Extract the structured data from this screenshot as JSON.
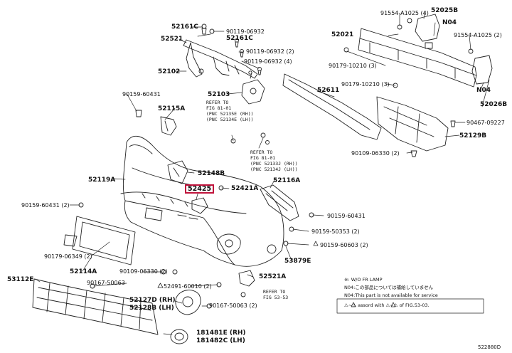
{
  "highlight_color": "#c0143c",
  "diagram_id": "522880D",
  "parts": {
    "p52161C_a": "52161C",
    "p90119_06932_a": "90119-06932",
    "p52161C_b": "52161C",
    "p52521": "52521",
    "p90119_06932_b": "90119-06932 (2)",
    "p90119_06932_c": "90119-06932 (4)",
    "p52102": "52102",
    "p52103": "52103",
    "p90159_60431_a": "90159-60431",
    "p52115A": "52115A",
    "p52119A": "52119A",
    "p52148B": "52148B",
    "p52425": "52425",
    "p52421A": "52421A",
    "p52116A": "52116A",
    "p90159_60431_b": "90159-60431 (2)",
    "p90179_06349": "90179-06349 (2)",
    "p52114A": "52114A",
    "p90109_06330_a": "90109-06330 (2)",
    "p53112E": "53112E",
    "p90167_50063_a": "90167-50063",
    "p52491_60010": "52491-60010 (2)",
    "p52127D": "52127D (RH)",
    "p52128B": "52128B (LH)",
    "p90167_50063_b": "90167-50063 (2)",
    "p181481E": "181481E (RH)",
    "p181482C": "181482C (LH)",
    "p52521A": "52521A",
    "p53879E": "53879E",
    "p90159_60431_c": "90159-60431",
    "p90159_50353": "90159-50353 (2)",
    "p90159_60603": "90159-60603 (2)",
    "p91554_A1025_a": "91554-A1025 (4)",
    "p52025B": "52025B",
    "pN04_a": "N04",
    "p91554_A1025_b": "91554-A1025 (2)",
    "p52021": "52021",
    "p90179_10210_a": "90179-10210 (3)",
    "p52611": "52611",
    "p90179_10210_b": "90179-10210 (3)",
    "p90467_09227": "90467-09227",
    "pN04_b": "N04",
    "p52026B": "52026B",
    "p52129B": "52129B",
    "p90109_06330_b": "90109-06330 (2)"
  },
  "refs": {
    "ref1": "REFER TO\nFIG 81-01\n(PNC 52135E (RH))\n(PNC 52134E (LH))",
    "ref2": "REFER TO\nFIG 81-01\n(PNC 52133J (RH))\n(PNC 52134J (LH))",
    "ref3": "REFER TO\nFIG 53-53"
  },
  "notes": {
    "line1": "※: W/O FR LAMP",
    "line2": "N04:この部品については補給していません",
    "line3": "N04:This part is not available for service",
    "line4": "⚠~⚠ assord with ⚠~⚠ of FIG.53-03."
  }
}
